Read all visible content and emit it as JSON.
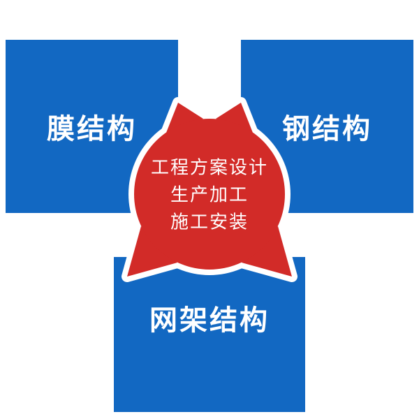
{
  "colors": {
    "blue": "#1268c2",
    "red": "#d22b28",
    "white": "#ffffff",
    "label_text": "#ffffff"
  },
  "boxes": {
    "membrane": {
      "label": "膜结构"
    },
    "steel": {
      "label": "钢结构"
    },
    "grid": {
      "label": "网架结构"
    }
  },
  "center_badge": {
    "line1": "工程方案设计",
    "line2": "生产加工",
    "line3": "施工安装"
  }
}
